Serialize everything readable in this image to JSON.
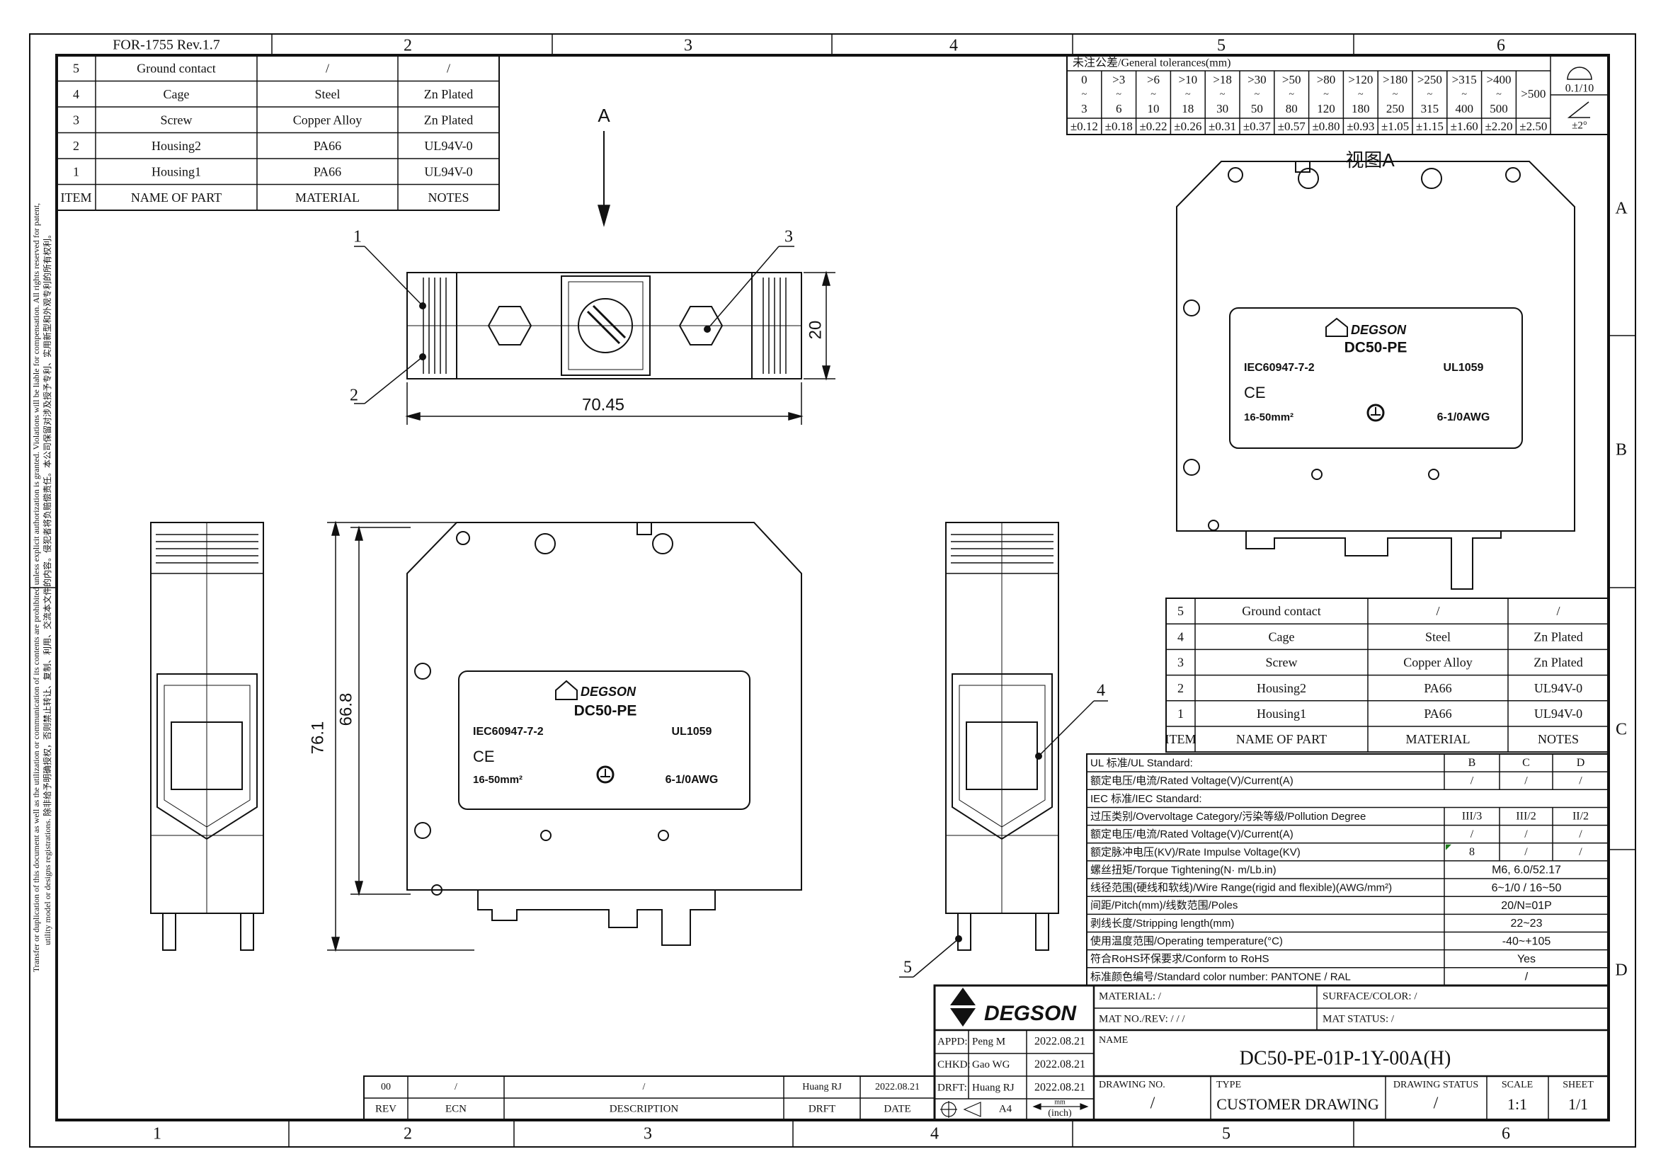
{
  "frame": {
    "form_number": "FOR-1755 Rev.1.7",
    "top_zones": [
      "2",
      "3",
      "4",
      "5",
      "6"
    ],
    "bottom_zones": [
      "1",
      "2",
      "3",
      "4",
      "5",
      "6"
    ],
    "right_zones": [
      "A",
      "B",
      "C",
      "D"
    ],
    "notice_line1": "Transfer or duplication of this document as well as the utilization or communication of its contents are prohibited unless explicit authorization is granted. Violations will be liable for compensation. All rights reserved for patent,",
    "notice_line2": "utility model or designs registrations.   除非给予明确授权，否则禁止转让、复制、利用、交流本文件的内容。侵犯者将负赔偿责任。本公司保留对涉及授予专利、实用新型和外观专利的所有权利。"
  },
  "parts_list": {
    "headers": [
      "ITEM",
      "NAME OF PART",
      "MATERIAL",
      "NOTES"
    ],
    "rows": [
      [
        "5",
        "Ground contact",
        "/",
        "/"
      ],
      [
        "4",
        "Cage",
        "Steel",
        "Zn Plated"
      ],
      [
        "3",
        "Screw",
        "Copper Alloy",
        "Zn Plated"
      ],
      [
        "2",
        "Housing2",
        "PA66",
        "UL94V-0"
      ],
      [
        "1",
        "Housing1",
        "PA66",
        "UL94V-0"
      ]
    ]
  },
  "tolerances": {
    "title": "未注公差/General tolerances(mm)",
    "range_separator": "~",
    "ranges": [
      {
        "from": "0",
        "to": "3",
        "tol": "±0.12"
      },
      {
        "from": ">3",
        "to": "6",
        "tol": "±0.18"
      },
      {
        "from": ">6",
        "to": "10",
        "tol": "±0.22"
      },
      {
        "from": ">10",
        "to": "18",
        "tol": "±0.26"
      },
      {
        "from": ">18",
        "to": "30",
        "tol": "±0.31"
      },
      {
        "from": ">30",
        "to": "50",
        "tol": "±0.37"
      },
      {
        "from": ">50",
        "to": "80",
        "tol": "±0.57"
      },
      {
        "from": ">80",
        "to": "120",
        "tol": "±0.80"
      },
      {
        "from": ">120",
        "to": "180",
        "tol": "±0.93"
      },
      {
        "from": ">180",
        "to": "250",
        "tol": "±1.05"
      },
      {
        "from": ">250",
        "to": "315",
        "tol": "±1.15"
      },
      {
        "from": ">315",
        "to": "400",
        "tol": "±1.60"
      },
      {
        "from": ">400",
        "to": "500",
        "tol": "±2.20"
      }
    ],
    "last_range": ">500",
    "last_tol": "±2.50",
    "flatness": "0.1/10",
    "angle": "±2°"
  },
  "views": {
    "view_a_arrow": "A",
    "view_a_title": "视图A",
    "callouts": [
      "1",
      "2",
      "3",
      "4",
      "5"
    ],
    "dimensions": {
      "width": "70.45",
      "pitch": "20",
      "height_total": "76.1",
      "height_body": "66.8"
    }
  },
  "label_plate": {
    "brand": "DEGSON",
    "model": "DC50-PE",
    "iec": "IEC60947-7-2",
    "ul": "UL1059",
    "ce": "CE",
    "mm2": "16-50mm²",
    "awg": "6-1/0AWG"
  },
  "specs": {
    "columns": [
      "B",
      "C",
      "D"
    ],
    "rows": [
      {
        "label": "UL 标准/UL Standard:",
        "values": [
          "B",
          "C",
          "D"
        ]
      },
      {
        "label": "额定电压/电流/Rated Voltage(V)/Current(A)",
        "values": [
          "/",
          "/",
          "/"
        ]
      },
      {
        "label": "IEC 标准/IEC Standard:"
      },
      {
        "label": "过压类别/Overvoltage Category/污染等级/Pollution Degree",
        "values": [
          "III/3",
          "III/2",
          "II/2"
        ]
      },
      {
        "label": "额定电压/电流/Rated Voltage(V)/Current(A)",
        "values": [
          "/",
          "/",
          "/"
        ]
      },
      {
        "label": "额定脉冲电压(KV)/Rate Impulse Voltage(KV)",
        "values": [
          "8",
          "/",
          "/"
        ]
      },
      {
        "label": "螺丝扭矩/Torque Tightening(N· m/Lb.in)",
        "value": "M6, 6.0/52.17"
      },
      {
        "label": "线径范围(硬线和软线)/Wire Range(rigid and flexible)(AWG/mm²)",
        "value": "6~1/0 / 16~50"
      },
      {
        "label": "间距/Pitch(mm)/线数范围/Poles",
        "value": "20/N=01P"
      },
      {
        "label": "剥线长度/Stripping length(mm)",
        "value": "22~23"
      },
      {
        "label": "使用温度范围/Operating temperature(°C)",
        "value": "-40~+105"
      },
      {
        "label": "符合RoHS环保要求/Conform to RoHS",
        "value": "Yes"
      },
      {
        "label": "标准颜色编号/Standard color number: PANTONE / RAL",
        "value": "/"
      }
    ]
  },
  "title_block": {
    "logo": "DEGSON",
    "material": "MATERIAL: /",
    "surface": "SURFACE/COLOR: /",
    "mat_no": "MAT NO./REV:   /              / /",
    "mat_status": "MAT STATUS:  /",
    "approvals": [
      {
        "role": "APPD:",
        "name": "Peng M",
        "date": "2022.08.21"
      },
      {
        "role": "CHKD:",
        "name": "Gao WG",
        "date": "2022.08.21"
      },
      {
        "role": "DRFT:",
        "name": "Huang RJ",
        "date": "2022.08.21"
      }
    ],
    "paper_size": "A4",
    "unit_mm": "mm",
    "unit_inch": "(inch)",
    "name_label": "NAME",
    "name": "DC50-PE-01P-1Y-00A(H)",
    "drawing_no_label": "DRAWING NO.",
    "drawing_no": "/",
    "type_label": "TYPE",
    "type": "CUSTOMER DRAWING",
    "status_label": "DRAWING STATUS",
    "status": "/",
    "scale_label": "SCALE",
    "scale": "1:1",
    "sheet_label": "SHEET",
    "sheet": "1/1"
  },
  "revisions": {
    "headers": [
      "REV",
      "ECN",
      "DESCRIPTION",
      "DRFT",
      "DATE"
    ],
    "rows": [
      [
        "00",
        "/",
        "/",
        "Huang RJ",
        "2022.08.21"
      ]
    ]
  },
  "colors": {
    "line": "#111111",
    "marker": "#1a7a1a"
  }
}
